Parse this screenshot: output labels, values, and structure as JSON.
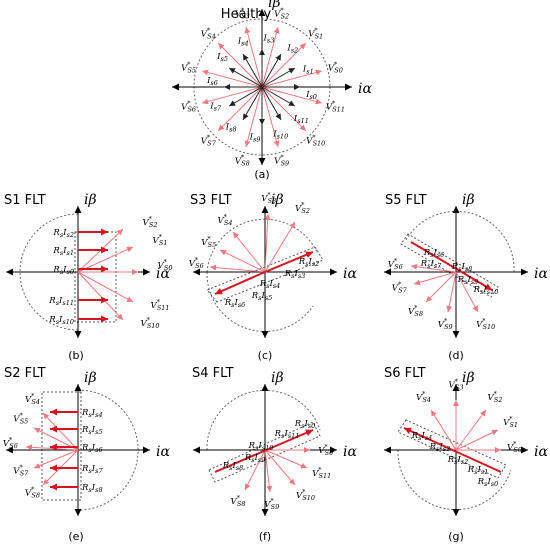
{
  "colors": {
    "voltage": "#f2787f",
    "current": "#222222",
    "highlight": "#d9141e",
    "circle": "#666666"
  },
  "panels": [
    {
      "id": "healthy",
      "title": "Healthy",
      "caption": "(a)",
      "axis_x": "iα",
      "axis_y": "iβ",
      "labels": [
        {
          "text": "V*S0",
          "kind": "v"
        },
        {
          "text": "V*S1",
          "kind": "v"
        },
        {
          "text": "V*S2",
          "kind": "v"
        },
        {
          "text": "V*S3",
          "kind": "v"
        },
        {
          "text": "V*S4",
          "kind": "v"
        },
        {
          "text": "V*S5",
          "kind": "v"
        },
        {
          "text": "V*S6",
          "kind": "v"
        },
        {
          "text": "V*S7",
          "kind": "v"
        },
        {
          "text": "V*S8",
          "kind": "v"
        },
        {
          "text": "V*S9",
          "kind": "v"
        },
        {
          "text": "V*S10",
          "kind": "v"
        },
        {
          "text": "V*S11",
          "kind": "v"
        },
        {
          "text": "Is0",
          "kind": "i"
        },
        {
          "text": "Is1",
          "kind": "i"
        },
        {
          "text": "Is2",
          "kind": "i"
        },
        {
          "text": "Is3",
          "kind": "i"
        },
        {
          "text": "Is4",
          "kind": "i"
        },
        {
          "text": "Is5",
          "kind": "i"
        },
        {
          "text": "Is6",
          "kind": "i"
        },
        {
          "text": "Is7",
          "kind": "i"
        },
        {
          "text": "Is8",
          "kind": "i"
        },
        {
          "text": "Is9",
          "kind": "i"
        },
        {
          "text": "Is10",
          "kind": "i"
        },
        {
          "text": "Is11",
          "kind": "i"
        }
      ]
    },
    {
      "id": "s1",
      "title": "S1 FLT",
      "caption": "(b)",
      "axis_x": "iα",
      "axis_y": "iβ",
      "labels": [
        {
          "text": "V*S2",
          "kind": "v"
        },
        {
          "text": "V*S1",
          "kind": "v"
        },
        {
          "text": "V*S0",
          "kind": "v"
        },
        {
          "text": "V*S11",
          "kind": "v"
        },
        {
          "text": "V*S10",
          "kind": "v"
        },
        {
          "text": "RsIs2",
          "kind": "r"
        },
        {
          "text": "RsIs1",
          "kind": "r"
        },
        {
          "text": "RsIs0",
          "kind": "r"
        },
        {
          "text": "RsIs11",
          "kind": "r"
        },
        {
          "text": "RsIs10",
          "kind": "r"
        }
      ]
    },
    {
      "id": "s3",
      "title": "S3 FLT",
      "caption": "(c)",
      "axis_x": "iα",
      "axis_y": "iβ",
      "labels": [
        {
          "text": "V*S3",
          "kind": "v"
        },
        {
          "text": "V*S2",
          "kind": "v"
        },
        {
          "text": "V*S4",
          "kind": "v"
        },
        {
          "text": "V*S5",
          "kind": "v"
        },
        {
          "text": "V*S6",
          "kind": "v"
        },
        {
          "text": "RsIs2",
          "kind": "r"
        },
        {
          "text": "RsIs3",
          "kind": "r"
        },
        {
          "text": "RsIs4",
          "kind": "r"
        },
        {
          "text": "RsIs5",
          "kind": "r"
        },
        {
          "text": "RsIs6",
          "kind": "r"
        }
      ]
    },
    {
      "id": "s5",
      "title": "S5 FLT",
      "caption": "(d)",
      "axis_x": "iα",
      "axis_y": "iβ",
      "labels": [
        {
          "text": "V*S6",
          "kind": "v"
        },
        {
          "text": "V*S7",
          "kind": "v"
        },
        {
          "text": "V*S8",
          "kind": "v"
        },
        {
          "text": "V*S9",
          "kind": "v"
        },
        {
          "text": "V*S10",
          "kind": "v"
        },
        {
          "text": "RsIs6",
          "kind": "r"
        },
        {
          "text": "RsIs7",
          "kind": "r"
        },
        {
          "text": "RsIs8",
          "kind": "r"
        },
        {
          "text": "RsIs9",
          "kind": "r"
        },
        {
          "text": "RsIs10",
          "kind": "r"
        }
      ]
    },
    {
      "id": "s2",
      "title": "S2 FLT",
      "caption": "(e)",
      "axis_x": "iα",
      "axis_y": "iβ",
      "labels": [
        {
          "text": "V*S4",
          "kind": "v"
        },
        {
          "text": "V*S5",
          "kind": "v"
        },
        {
          "text": "V*S6",
          "kind": "v"
        },
        {
          "text": "V*S7",
          "kind": "v"
        },
        {
          "text": "V*S8",
          "kind": "v"
        },
        {
          "text": "RsIs4",
          "kind": "r"
        },
        {
          "text": "RsIs5",
          "kind": "r"
        },
        {
          "text": "RsIs6",
          "kind": "r"
        },
        {
          "text": "RsIs7",
          "kind": "r"
        },
        {
          "text": "RsIs8",
          "kind": "r"
        }
      ]
    },
    {
      "id": "s4",
      "title": "S4 FLT",
      "caption": "(f)",
      "axis_x": "iα",
      "axis_y": "iβ",
      "labels": [
        {
          "text": "V*S0",
          "kind": "v"
        },
        {
          "text": "V*S11",
          "kind": "v"
        },
        {
          "text": "V*S10",
          "kind": "v"
        },
        {
          "text": "V*S9",
          "kind": "v"
        },
        {
          "text": "V*S8",
          "kind": "v"
        },
        {
          "text": "RsIs0",
          "kind": "r"
        },
        {
          "text": "RsIs11",
          "kind": "r"
        },
        {
          "text": "RsIs10",
          "kind": "r"
        },
        {
          "text": "RsIs9",
          "kind": "r"
        },
        {
          "text": "RsIs8",
          "kind": "r"
        }
      ]
    },
    {
      "id": "s6",
      "title": "S6 FLT",
      "caption": "(g)",
      "axis_x": "iα",
      "axis_y": "iβ",
      "labels": [
        {
          "text": "V*S3",
          "kind": "v"
        },
        {
          "text": "V*S4",
          "kind": "v"
        },
        {
          "text": "V*S2",
          "kind": "v"
        },
        {
          "text": "V*S1",
          "kind": "v"
        },
        {
          "text": "V*S0",
          "kind": "v"
        },
        {
          "text": "RsIs4",
          "kind": "r"
        },
        {
          "text": "RsIs3",
          "kind": "r"
        },
        {
          "text": "RsIs2",
          "kind": "r"
        },
        {
          "text": "RsIs1",
          "kind": "r"
        },
        {
          "text": "RsIs0",
          "kind": "r"
        }
      ]
    }
  ]
}
